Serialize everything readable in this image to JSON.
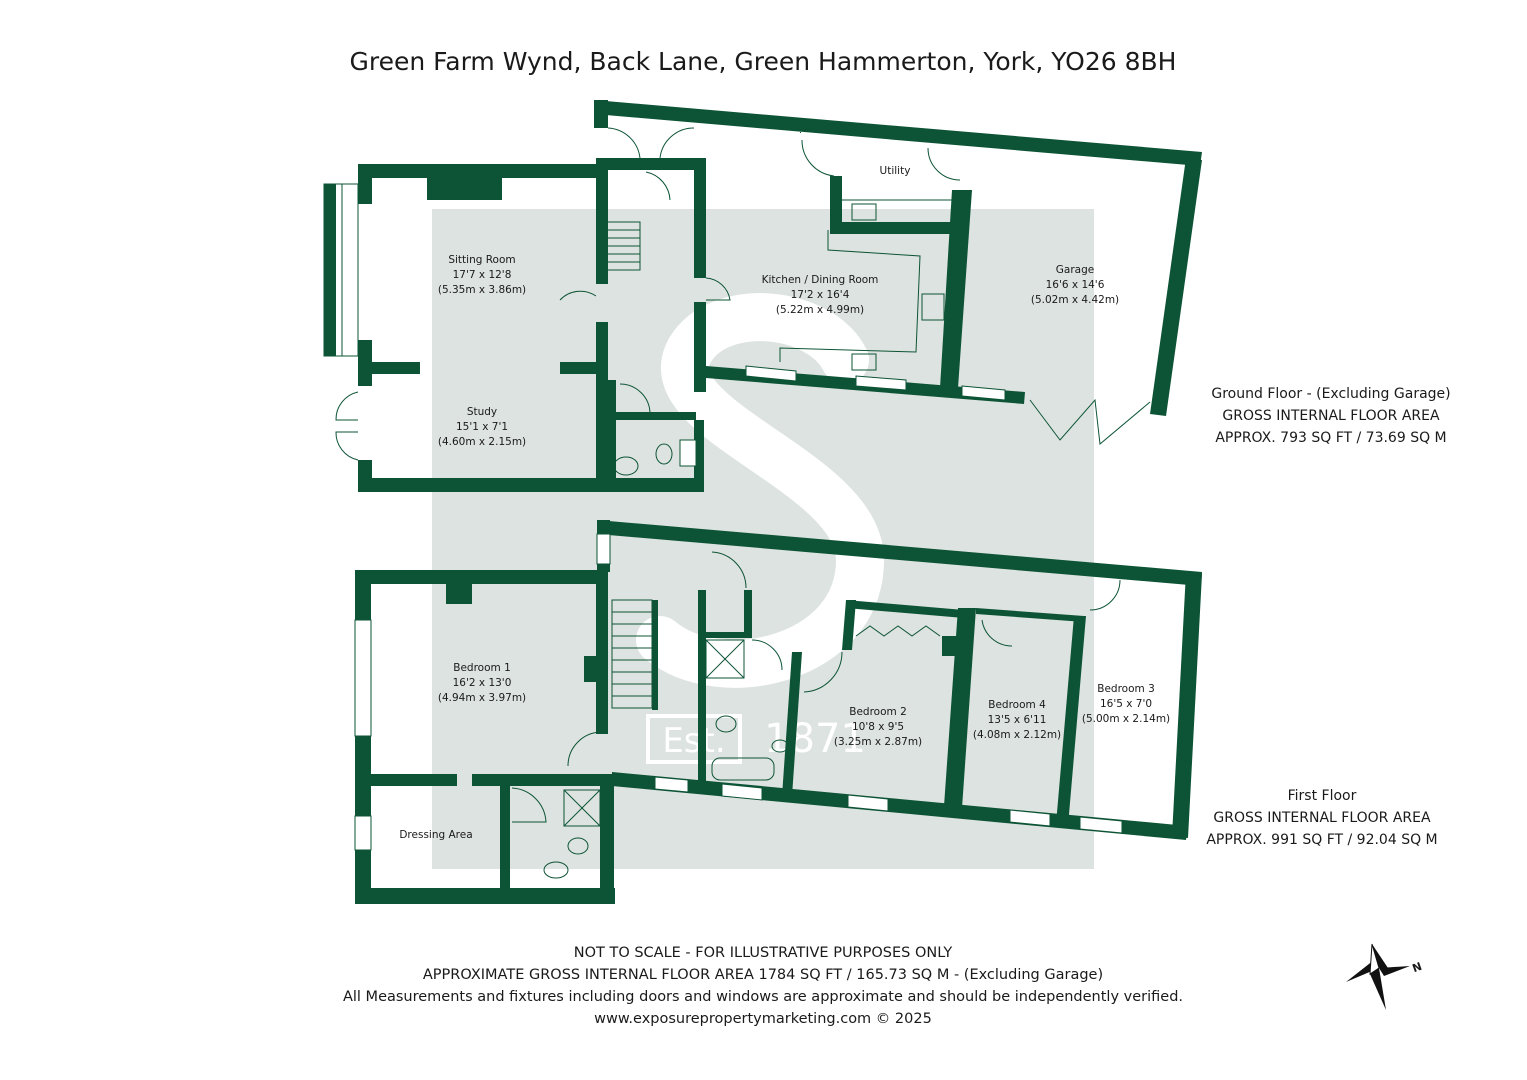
{
  "title": "Green Farm Wynd, Back Lane, Green Hammerton, York, YO26 8BH",
  "rooms": {
    "sitting_room": {
      "name": "Sitting Room",
      "dims": "17'7 x 12'8",
      "metric": "(5.35m x 3.86m)"
    },
    "study": {
      "name": "Study",
      "dims": "15'1 x 7'1",
      "metric": "(4.60m x 2.15m)"
    },
    "kitchen": {
      "name": "Kitchen / Dining Room",
      "dims": "17'2 x 16'4",
      "metric": "(5.22m x 4.99m)"
    },
    "utility": {
      "name": "Utility"
    },
    "garage": {
      "name": "Garage",
      "dims": "16'6 x 14'6",
      "metric": "(5.02m x 4.42m)"
    },
    "bedroom1": {
      "name": "Bedroom 1",
      "dims": "16'2 x 13'0",
      "metric": "(4.94m x 3.97m)"
    },
    "dressing": {
      "name": "Dressing Area"
    },
    "bedroom2": {
      "name": "Bedroom 2",
      "dims": "10'8 x 9'5",
      "metric": "(3.25m x 2.87m)"
    },
    "bedroom4": {
      "name": "Bedroom 4",
      "dims": "13'5 x 6'11",
      "metric": "(4.08m x 2.12m)"
    },
    "bedroom3": {
      "name": "Bedroom 3",
      "dims": "16'5 x 7'0",
      "metric": "(5.00m x 2.14m)"
    }
  },
  "ground_floor": {
    "label": "Ground Floor - (Excluding Garage)",
    "gia": "GROSS INTERNAL FLOOR AREA",
    "approx": "APPROX. 793 SQ FT / 73.69 SQ M"
  },
  "first_floor": {
    "label": "First Floor",
    "gia": "GROSS INTERNAL FLOOR AREA",
    "approx": "APPROX. 991 SQ FT / 92.04 SQ M"
  },
  "watermark": {
    "est": "Est.",
    "year": "1871"
  },
  "footer": {
    "line1": "NOT TO SCALE - FOR ILLUSTRATIVE PURPOSES ONLY",
    "line2": "APPROXIMATE GROSS INTERNAL FLOOR AREA 1784 SQ FT / 165.73 SQ M - (Excluding Garage)",
    "line3": "All Measurements and fixtures including doors and windows are approximate and should be independently verified.",
    "line4": "www.exposurepropertymarketing.com © 2025"
  },
  "compass": {
    "letter": "N",
    "icon": "compass-rose-icon"
  },
  "colors": {
    "wall": "#0d5436",
    "watermark": "#dde3e0"
  }
}
